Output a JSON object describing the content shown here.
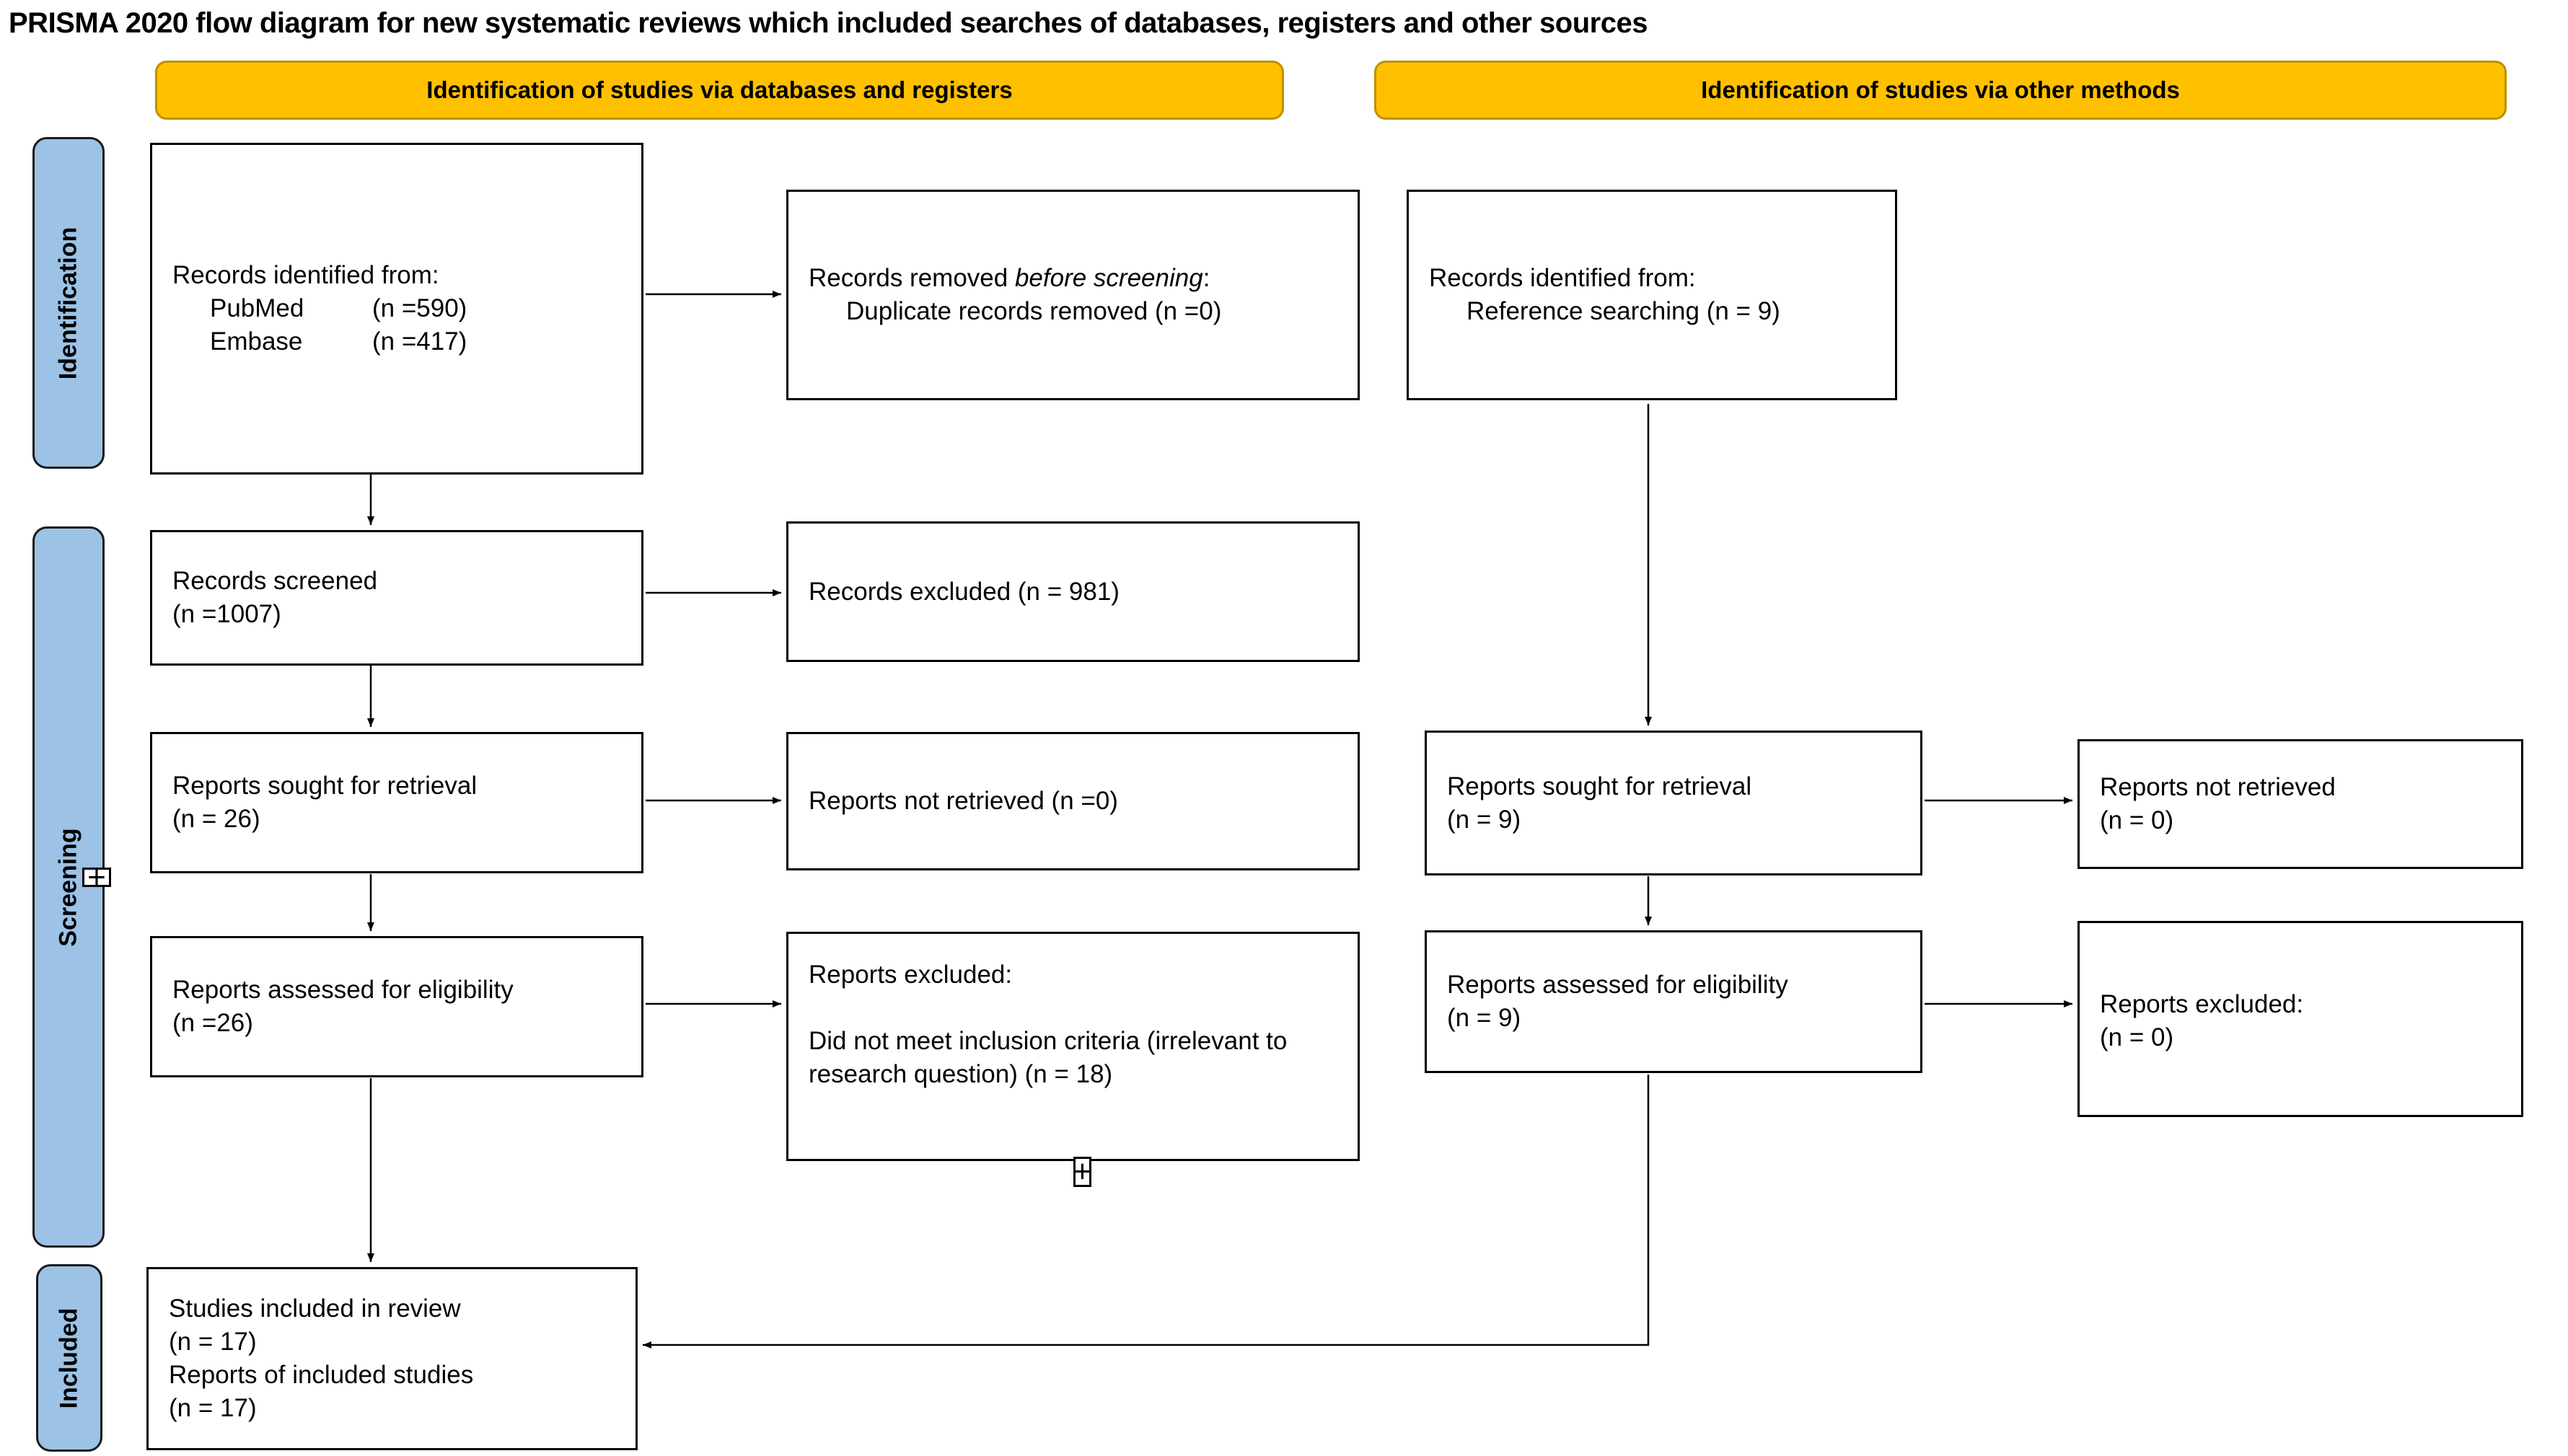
{
  "title": "PRISMA 2020 flow diagram for new systematic reviews which included searches of databases, registers and other sources",
  "banners": {
    "left": "Identification of studies via databases and registers",
    "right": "Identification of studies via other methods"
  },
  "stage_labels": {
    "identification": "Identification",
    "screening": "Screening",
    "included": "Included"
  },
  "colors": {
    "banner_fill": "#FFC000",
    "banner_border": "#BF9000",
    "stage_fill": "#9CC2E5",
    "box_border": "#000000",
    "arrow": "#000000"
  },
  "icons": {
    "expand_plus": "+"
  },
  "boxes": {
    "records_identified_db": {
      "line1": "Records identified from:",
      "row1_label": "PubMed",
      "row1_value": "(n =590)",
      "row2_label": "Embase",
      "row2_value": "(n =417)"
    },
    "records_removed": {
      "line1_pre": "Records removed ",
      "line1_italic": "before screening",
      "line1_post": ":",
      "line2": "Duplicate records removed (n =0)"
    },
    "records_identified_other": {
      "line1": "Records identified from:",
      "line2": "Reference searching (n = 9)"
    },
    "records_screened": {
      "line1": "Records screened",
      "line2": "(n =1007)"
    },
    "records_excluded": {
      "line1": "Records excluded (n = 981)"
    },
    "reports_sought_db": {
      "line1": "Reports sought for retrieval",
      "line2": "(n = 26)"
    },
    "reports_not_retrieved_db": {
      "line1": "Reports not retrieved (n =0)"
    },
    "reports_sought_other": {
      "line1": "Reports sought for retrieval",
      "line2": "(n = 9)"
    },
    "reports_not_retrieved_other": {
      "line1": "Reports not retrieved",
      "line2": "(n = 0)"
    },
    "reports_assessed_db": {
      "line1": "Reports assessed for eligibility",
      "line2": "(n =26)"
    },
    "reports_excluded_db": {
      "line1": "Reports excluded:",
      "line2": "Did not meet inclusion criteria (irrelevant to research question) (n = 18)"
    },
    "reports_assessed_other": {
      "line1": "Reports assessed for eligibility",
      "line2": "(n = 9)"
    },
    "reports_excluded_other": {
      "line1": "Reports excluded:",
      "line2": "(n = 0)"
    },
    "studies_included": {
      "line1": "Studies included in review",
      "line2": "(n = 17)",
      "line3": "Reports of included studies",
      "line4": "(n = 17)"
    }
  }
}
